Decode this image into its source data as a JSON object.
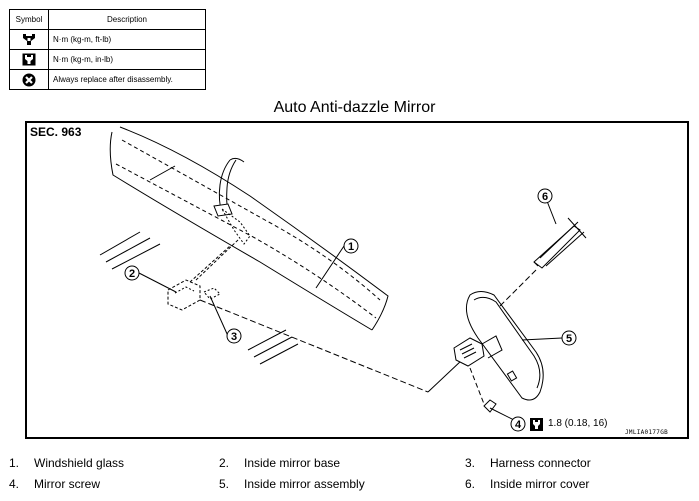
{
  "symbol_table": {
    "header_symbol": "Symbol",
    "header_description": "Description",
    "rows": [
      {
        "icon": "torque-wrench-icon",
        "description": "N·m (kg-m, ft-lb)"
      },
      {
        "icon": "torque-wrench-small-icon",
        "description": "N·m (kg-m, in-lb)"
      },
      {
        "icon": "always-replace-icon",
        "description": "Always replace after disassembly."
      }
    ]
  },
  "title": "Auto Anti-dazzle Mirror",
  "section": "SEC. 963",
  "callouts": [
    "1",
    "2",
    "3",
    "4",
    "5",
    "6"
  ],
  "torque": "1.8 (0.18, 16)",
  "image_code": "JMLIA0177GB",
  "legend": [
    {
      "num": "1.",
      "label": "Windshield glass"
    },
    {
      "num": "2.",
      "label": "Inside mirror base"
    },
    {
      "num": "3.",
      "label": "Harness connector"
    },
    {
      "num": "4.",
      "label": "Mirror screw"
    },
    {
      "num": "5.",
      "label": "Inside mirror assembly"
    },
    {
      "num": "6.",
      "label": "Inside mirror cover"
    }
  ]
}
